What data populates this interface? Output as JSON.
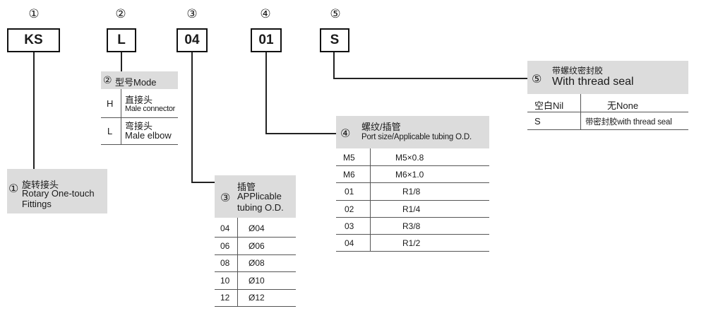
{
  "circled_numbers": [
    "①",
    "②",
    "③",
    "④",
    "⑤"
  ],
  "codes": [
    "KS",
    "L",
    "04",
    "01",
    "S"
  ],
  "section1": {
    "num": "①",
    "title_cn": "旋转接头",
    "title_en1": "Rotary One-touch",
    "title_en2": "Fittings"
  },
  "section2": {
    "num": "②",
    "title": "型号Mode",
    "rows": [
      {
        "code": "H",
        "cn": "直接头",
        "en": "Male connector"
      },
      {
        "code": "L",
        "cn": "弯接头",
        "en": "Male elbow"
      }
    ]
  },
  "section3": {
    "num": "③",
    "title_cn": "插管",
    "title_en1": "APPlicable",
    "title_en2": "tubing O.D.",
    "rows": [
      {
        "code": "04",
        "value": "Ø04"
      },
      {
        "code": "06",
        "value": "Ø06"
      },
      {
        "code": "08",
        "value": "Ø08"
      },
      {
        "code": "10",
        "value": "Ø10"
      },
      {
        "code": "12",
        "value": "Ø12"
      }
    ]
  },
  "section4": {
    "num": "④",
    "title_cn": "螺纹/插管",
    "title_en": "Port size/Applicable tubing O.D.",
    "rows": [
      {
        "code": "M5",
        "value": "M5×0.8"
      },
      {
        "code": "M6",
        "value": "M6×1.0"
      },
      {
        "code": "01",
        "value": "R1/8"
      },
      {
        "code": "02",
        "value": "R1/4"
      },
      {
        "code": "03",
        "value": "R3/8"
      },
      {
        "code": "04",
        "value": "R1/2"
      }
    ]
  },
  "section5": {
    "num": "⑤",
    "title_cn": "带螺纹密封胶",
    "title_en": "With thread seal",
    "rows": [
      {
        "code": "空白Nil",
        "value": "无None"
      },
      {
        "code": "S",
        "value": "带密封胶with thread seal"
      }
    ]
  }
}
